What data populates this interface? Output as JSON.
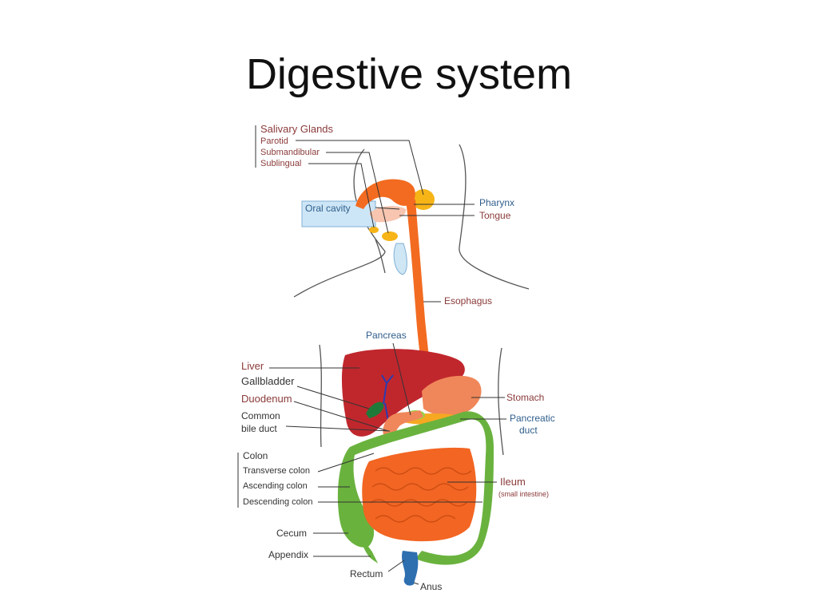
{
  "title": "Digestive system",
  "labels": {
    "salivary_glands": "Salivary Glands",
    "parotid": "Parotid",
    "submandibular": "Submandibular",
    "sublingual": "Sublingual",
    "oral_cavity": "Oral cavity",
    "pharynx": "Pharynx",
    "tongue": "Tongue",
    "esophagus": "Esophagus",
    "pancreas": "Pancreas",
    "liver": "Liver",
    "gallbladder": "Gallbladder",
    "duodenum": "Duodenum",
    "common_bile_duct_1": "Common",
    "common_bile_duct_2": "bile duct",
    "stomach": "Stomach",
    "pancreatic_duct_1": "Pancreatic",
    "pancreatic_duct_2": "duct",
    "colon": "Colon",
    "transverse_colon": "Transverse colon",
    "ascending_colon": "Ascending colon",
    "descending_colon": "Descending colon",
    "ileum": "Ileum",
    "ileum_note": "(small intestine)",
    "cecum": "Cecum",
    "appendix": "Appendix",
    "rectum": "Rectum",
    "anus": "Anus"
  },
  "colors": {
    "label_brown": "#8b3a3a",
    "label_blue": "#2f5e8c",
    "label_dark": "#333333",
    "esophagus": "#f26b21",
    "liver": "#c0272d",
    "stomach": "#f0875a",
    "colon": "#6ab23e",
    "small_intestine": "#f26522",
    "salivary": "#f6b417",
    "oral_cavity_box": "#cde6f7"
  }
}
